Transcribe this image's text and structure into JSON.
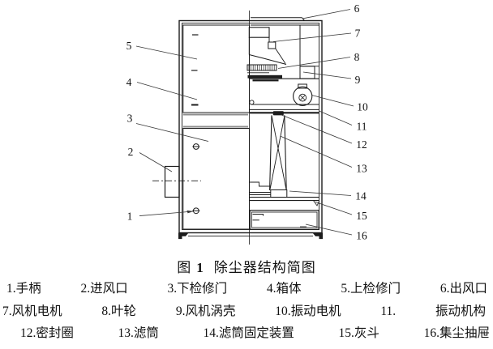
{
  "figure": {
    "title_fig": "图",
    "title_num": "1",
    "title_rest": "除尘器结构简图",
    "callouts": [
      "1",
      "2",
      "3",
      "4",
      "5",
      "6",
      "7",
      "8",
      "9",
      "10",
      "11",
      "12",
      "13",
      "14",
      "15",
      "16"
    ],
    "legend_rows": [
      {
        "items": [
          "1.手柄",
          "2.进风口",
          "3.下检修门",
          "4.箱体",
          "5.上检修门",
          "6.出风口"
        ]
      },
      {
        "items": [
          "7.风机电机",
          "8.叶轮",
          "9.风机涡壳",
          "10.振动电机",
          "11.",
          "振动机构"
        ]
      },
      {
        "items": [
          "12.密封圈",
          "13.滤筒",
          "14.滤筒固定装置",
          "15.灰斗",
          "16.集尘抽屉"
        ]
      }
    ],
    "colors": {
      "ink": "#1c1c1c",
      "frame_gray": "#8f8f8f",
      "paper": "#ffffff"
    }
  }
}
